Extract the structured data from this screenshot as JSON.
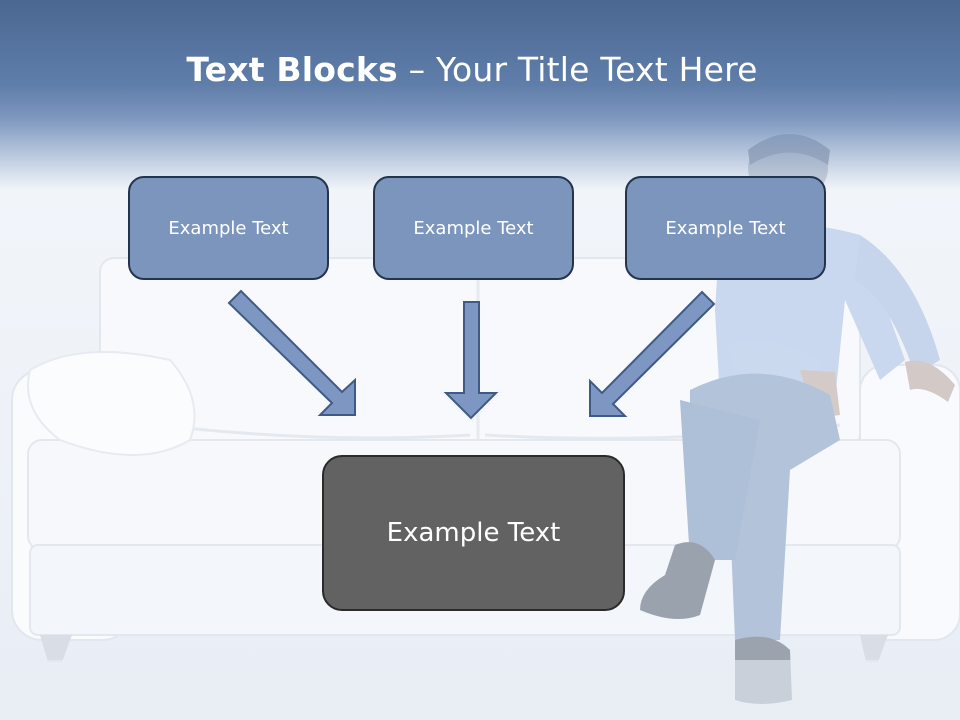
{
  "title": {
    "bold": "Text Blocks",
    "dash": " – ",
    "rest": "Your Title Text Here"
  },
  "blocks": [
    {
      "label": "Example Text"
    },
    {
      "label": "Example Text"
    },
    {
      "label": "Example Text"
    }
  ],
  "result_block": {
    "label": "Example Text"
  },
  "colors": {
    "header_band": "#4a6792",
    "block_fill": "#7b95bd",
    "block_border": "#24344e",
    "result_fill": "#626262",
    "arrow_fill": "#7d97c2"
  }
}
